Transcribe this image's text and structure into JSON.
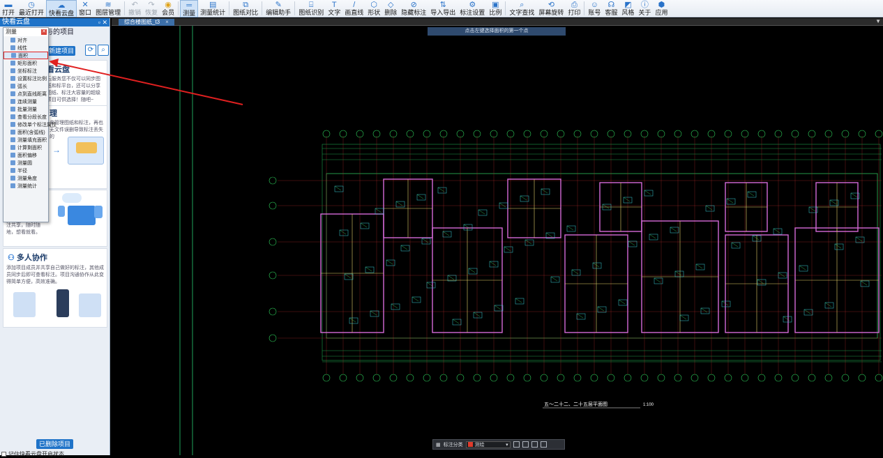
{
  "toolbar": {
    "items": [
      {
        "label": "打开",
        "icon": "folder-icon"
      },
      {
        "label": "最近打开",
        "icon": "clock-icon"
      },
      {
        "label": "快看云盘",
        "icon": "cloud-icon",
        "active": true
      },
      {
        "label": "窗口",
        "icon": "window-icon"
      },
      {
        "label": "图层管理",
        "icon": "layers-icon"
      },
      {
        "label": "撤销",
        "icon": "undo-icon",
        "disabled": true
      },
      {
        "label": "恢复",
        "icon": "redo-icon",
        "disabled": true
      },
      {
        "label": "会员",
        "icon": "vip-icon"
      },
      {
        "label": "测量",
        "icon": "ruler-icon",
        "active": true
      },
      {
        "label": "测量统计",
        "icon": "stats-icon"
      },
      {
        "label": "图纸对比",
        "icon": "compare-icon"
      },
      {
        "label": "编辑助手",
        "icon": "edit-icon"
      },
      {
        "label": "图纸识别",
        "icon": "scan-icon"
      },
      {
        "label": "文字",
        "icon": "text-icon"
      },
      {
        "label": "画直线",
        "icon": "line-icon"
      },
      {
        "label": "形状",
        "icon": "shape-icon"
      },
      {
        "label": "删除",
        "icon": "eraser-icon"
      },
      {
        "label": "隐藏标注",
        "icon": "hide-icon"
      },
      {
        "label": "导入导出",
        "icon": "import-export-icon"
      },
      {
        "label": "标注设置",
        "icon": "settings-icon"
      },
      {
        "label": "比例",
        "icon": "scale-icon"
      },
      {
        "label": "文字查找",
        "icon": "find-icon"
      },
      {
        "label": "屏幕旋转",
        "icon": "rotate-icon"
      },
      {
        "label": "打印",
        "icon": "print-icon"
      },
      {
        "label": "账号",
        "icon": "user-icon"
      },
      {
        "label": "客服",
        "icon": "headset-icon"
      },
      {
        "label": "风格",
        "icon": "style-icon"
      },
      {
        "label": "关于",
        "icon": "info-icon"
      },
      {
        "label": "应用",
        "icon": "apps-icon"
      }
    ]
  },
  "sidebar": {
    "title": "快看云盘",
    "subtitle": "与的项目",
    "new_project": "新建项目",
    "card1_title": "看云盘",
    "card1_text": "云服务您不仅可以同步图纸和标平台，还可以分享图纸、标注大容量的超级项目可供选择！随吧~",
    "card2_title": "理",
    "card2_text": "来管理图纸和标注，再也无文件误删导致标注丢失的",
    "card3_text": "注共享，随时随地，想看就看。",
    "collab_title": "多人协作",
    "collab_text": "添加项目成员并共享自己做好的标注，其他成员同步后即可查看标注。项目沟通协作从此变得简单方便，高效准确。",
    "deleted_button": "已删除项目",
    "checkbox_label": "记住快看云盘开启状态"
  },
  "measure_menu": {
    "title": "测量",
    "items": [
      {
        "label": "对齐",
        "selected": false
      },
      {
        "label": "线性",
        "selected": false
      },
      {
        "label": "面积",
        "selected": true
      },
      {
        "label": "矩形面积",
        "selected": false
      },
      {
        "label": "坐标标注",
        "selected": false
      },
      {
        "label": "设置标注比例",
        "selected": false
      },
      {
        "label": "弧长",
        "selected": false
      },
      {
        "label": "点到直线距离",
        "selected": false
      },
      {
        "label": "连续测量",
        "selected": false
      },
      {
        "label": "批量测量",
        "selected": false
      },
      {
        "label": "查看分段长度",
        "selected": false
      },
      {
        "label": "修改单个标注属性",
        "selected": false
      },
      {
        "label": "面积(含弧线)",
        "selected": false
      },
      {
        "label": "测量填充面积",
        "selected": false
      },
      {
        "label": "计算剩面积",
        "selected": false
      },
      {
        "label": "面积偏移",
        "selected": false
      },
      {
        "label": "测量圆",
        "selected": false
      },
      {
        "label": "半径",
        "selected": false
      },
      {
        "label": "测量角度",
        "selected": false
      },
      {
        "label": "测量统计",
        "selected": false
      }
    ]
  },
  "document": {
    "tab_label": "综合楼图纸_t3",
    "hint": "点击左键选择面积的第一个点",
    "drawing_title": "五～二十二、二十五层平面图",
    "drawing_scale": "1:100"
  },
  "bottom_bar": {
    "category_label": "标注分类",
    "category_value": "测绘",
    "category_color": "#e03a2b"
  },
  "colors": {
    "accent": "#1f73c8",
    "highlight": "#e02020"
  }
}
